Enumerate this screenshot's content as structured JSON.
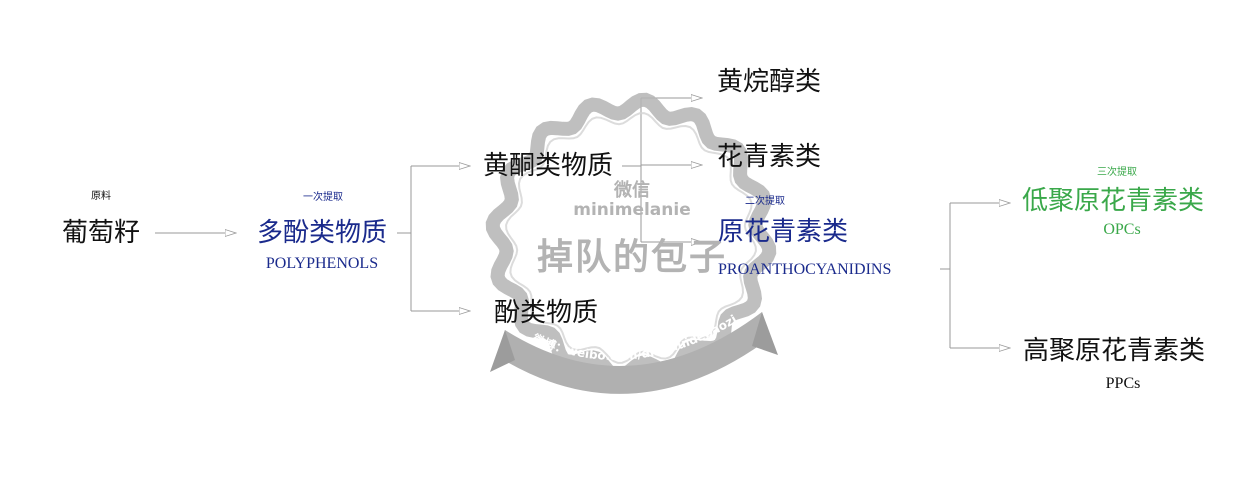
{
  "colors": {
    "black": "#111111",
    "blue": "#1a2a8c",
    "green": "#3aa84a",
    "line": "#9a9a9a",
    "watermark": "#b8b8b8"
  },
  "nodes": {
    "raw_label": "原料",
    "grape_seed": "葡萄籽",
    "step1": "一次提取",
    "polyphenols": "多酚类物质",
    "polyphenols_en": "POLYPHENOLS",
    "flavonoids": "黄酮类物质",
    "phenols": "酚类物质",
    "flavanols": "黄烷醇类",
    "anthocyanins": "花青素类",
    "step2": "二次提取",
    "proanthocyanidins": "原花青素类",
    "proanthocyanidins_en": "PROANTHOCYANIDINS",
    "step3": "三次提取",
    "opc": "低聚原花青素类",
    "opc_en": "OPCs",
    "ppc": "高聚原花青素类",
    "ppc_en": "PPCs"
  },
  "watermark": {
    "top": "微信",
    "id": "minimelanie",
    "name": "掉队的包子",
    "ribbon": "微博：weibo.com/diaoduidebaozi"
  }
}
